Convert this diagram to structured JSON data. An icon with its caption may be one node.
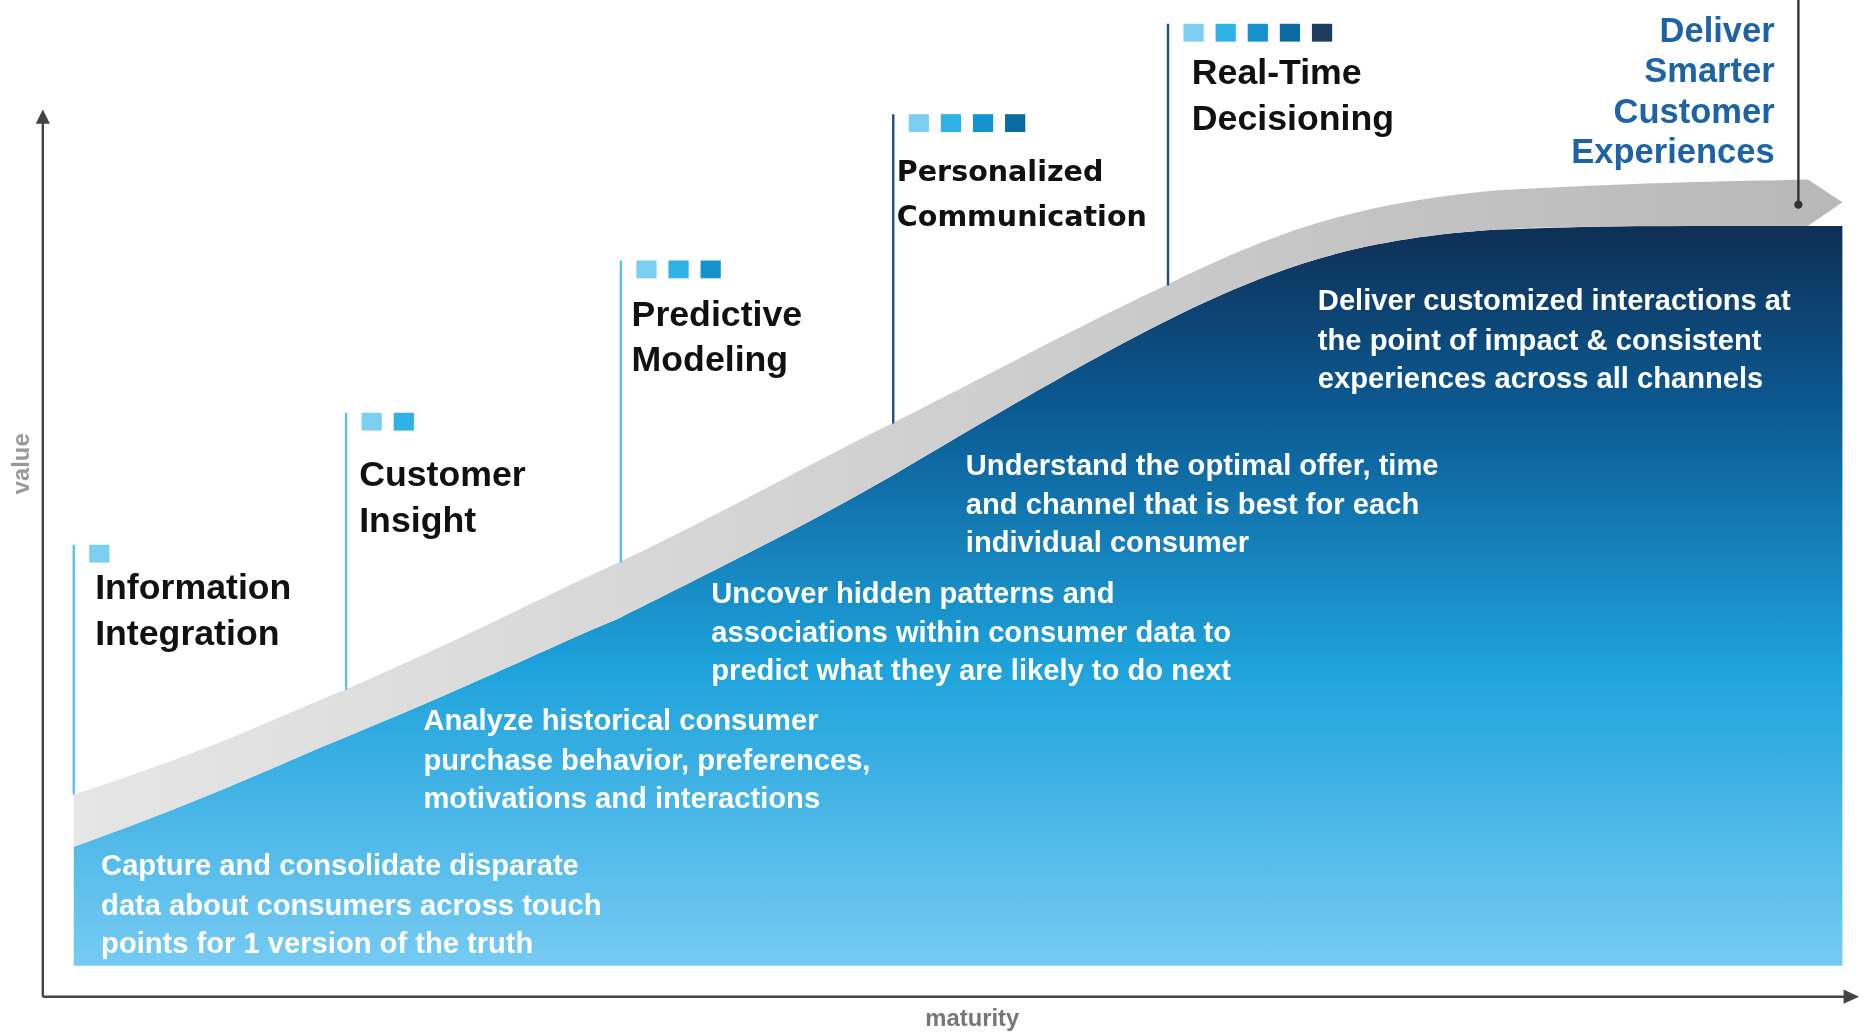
{
  "diagram": {
    "nodes": [
      {
        "text": [
          "Deliver Smarter Customer Experiences"
        ]
      },
      {
        "text": [],
        "shape": "picture"
      }
    ],
    "edges": [
      {
        "from": 0,
        "to": 1,
        "arrow": "other"
      }
    ],
    "labels": [
      "Information Integration",
      "Customer Insight",
      "Predictive Modeling",
      "Personalized Communication",
      "Real-Time Decisioning",
      "Capture and consolidate disparate data about consumers across touch points for 1 version of the truth",
      "Analyze historical consumer purchase behavior, preferences, motivations and interactions",
      "Uncover hidden patterns and associations within consumer data to predict what they are likely to do next",
      "Understand the optimal offer, time and channel that is best for each individual consumer",
      "Deliver customized interactions at the point of impact & consistent experiences across all channels",
      "value",
      "maturity"
    ]
  }
}
